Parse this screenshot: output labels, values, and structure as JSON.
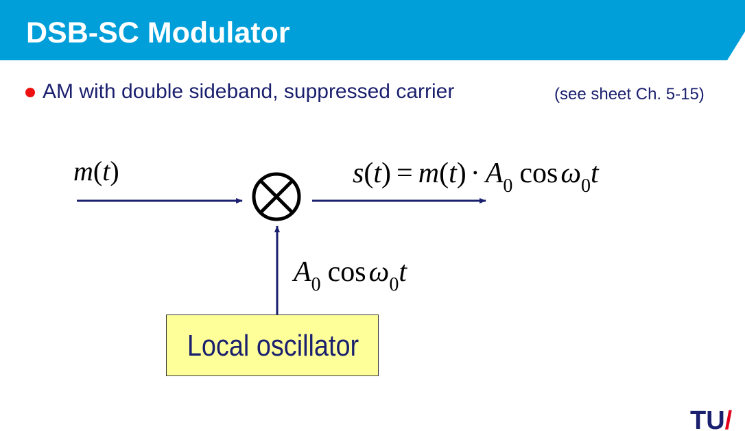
{
  "header": {
    "title": "DSB-SC Modulator",
    "background_color": "#009fda"
  },
  "bullet": {
    "text": "AM with double sideband, suppressed carrier",
    "note": "(see sheet Ch. 5-15)",
    "bullet_color": "#ee1111",
    "text_color": "#1a1f6e"
  },
  "diagram": {
    "input_signal": {
      "func": "m",
      "arg": "t"
    },
    "output_signal": {
      "lhs_func": "s",
      "arg": "t",
      "eq": "=",
      "m_func": "m",
      "dot": "·",
      "amp": "A",
      "sub": "0",
      "cos": "cos",
      "omega": "ω",
      "t": "t"
    },
    "carrier_signal": {
      "amp": "A",
      "sub": "0",
      "cos": "cos",
      "omega": "ω",
      "t": "t"
    },
    "mixer_symbol": "multiplier",
    "oscillator_label": "Local oscillator",
    "oscillator_color": "#ffff99",
    "arrow_color": "#1a1f6e"
  },
  "logo": {
    "text": "TU",
    "slash": "/"
  }
}
